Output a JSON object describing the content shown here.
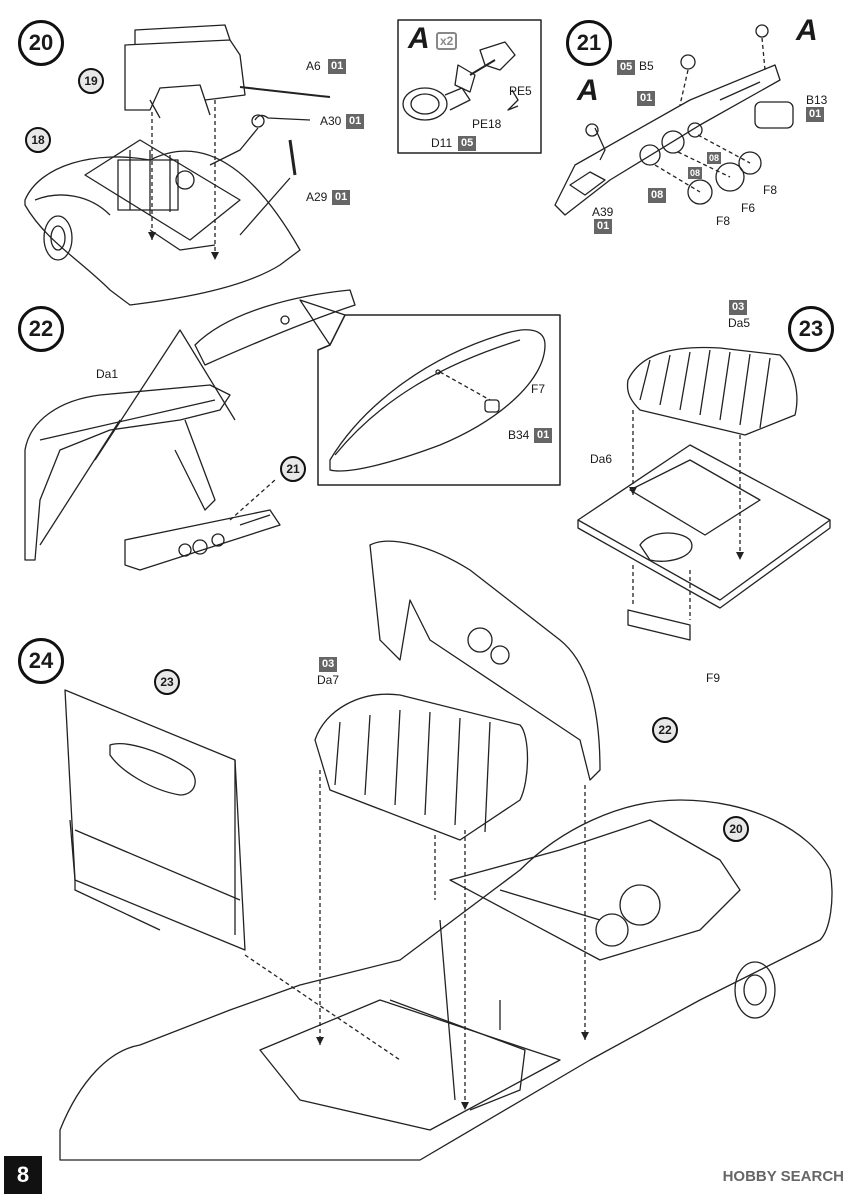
{
  "page_number": "8",
  "watermark": "HOBBY SEARCH",
  "steps": {
    "s20": "20",
    "s21": "21",
    "s22": "22",
    "s23": "23",
    "s24": "24"
  },
  "refs": {
    "r19": "19",
    "r18": "18",
    "r21_in22": "21",
    "r23_in24": "23",
    "r22_in24": "22",
    "r20_in24": "20"
  },
  "parts": {
    "a6": "A6",
    "a30": "A30",
    "a29": "A29",
    "d11": "D11",
    "pe18": "PE18",
    "pe5": "PE5",
    "b5": "B5",
    "b13": "B13",
    "a39": "A39",
    "f8a": "F8",
    "f6": "F6",
    "f8b": "F8",
    "da1": "Da1",
    "f7": "F7",
    "b34": "B34",
    "da5": "Da5",
    "da6": "Da6",
    "f9": "F9",
    "da7": "Da7"
  },
  "sprues": {
    "a6": "01",
    "a30": "01",
    "a29": "01",
    "d11": "05",
    "b5": "05",
    "b13": "01",
    "a39": "01",
    "step21_top": "01",
    "step21_08a": "08",
    "step21_08b": "08",
    "step21_08c": "08",
    "b34": "01",
    "da5": "03",
    "da7": "03"
  },
  "subassembly": {
    "mark": "A",
    "multiplier": "x2"
  },
  "marks": {
    "a_left": "A",
    "a_right": "A"
  }
}
